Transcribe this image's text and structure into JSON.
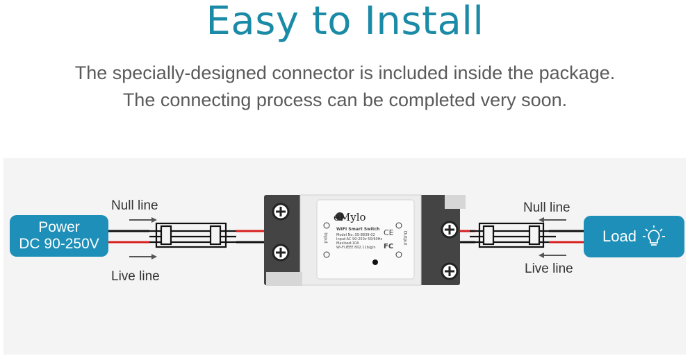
{
  "header": {
    "title": "Easy to Install",
    "subtitle_line1": "The specially-designed connector is included inside the package.",
    "subtitle_line2": "The connecting process can be completed very soon."
  },
  "diagram": {
    "power_label_line1": "Power",
    "power_label_line2": "DC 90-250V",
    "load_label": "Load",
    "left_null_line": "Null line",
    "left_live_line": "Live line",
    "right_null_line": "Null line",
    "right_live_line": "Live line",
    "device": {
      "brand": "eMylo",
      "badge": "WIFI",
      "product": "Smart Switch",
      "model": "Model No.:SS-8839-02",
      "input": "Input:AC 90-250v 50/60Hz",
      "maxload": "Maxload:10A",
      "wifi": "Wi-Fi:IEEE 802.11b/g/n",
      "input_side": "Input",
      "output_side": "Output",
      "marks": "CE",
      "fc": "FC"
    }
  },
  "colors": {
    "title": "#1b8aa6",
    "box": "#1d8fb8",
    "wire_live": "#d81e1e",
    "wire_null": "#111111"
  },
  "icons": [
    "arrow-right-icon",
    "arrow-left-icon",
    "light-bulb-icon",
    "connector-icon",
    "screw-terminal-icon"
  ]
}
